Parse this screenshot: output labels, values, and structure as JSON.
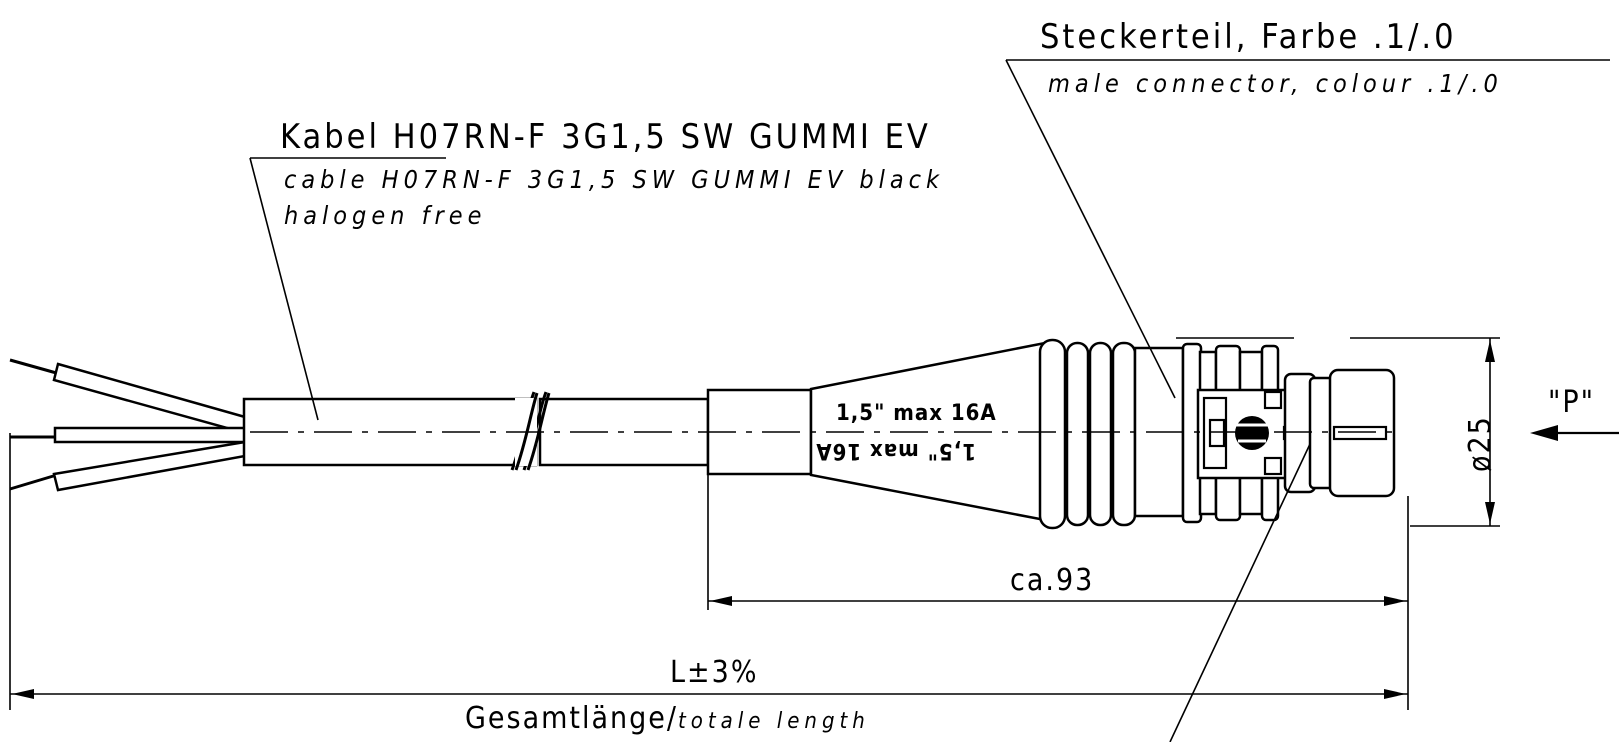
{
  "labels": {
    "connector_title": "Steckerteil, Farbe .1/.0",
    "connector_subtitle": "male connector, colour .1/.0",
    "cable_title": "Kabel H07RN-F 3G1,5 SW GUMMI EV",
    "cable_subtitle_line1": "cable H07RN-F 3G1,5 SW GUMMI EV black",
    "cable_subtitle_line2": "halogen free",
    "connector_marking_top": "1,5\" max 16A",
    "connector_marking_bottom": "1,5\" max 16A",
    "view_label": "\"P\""
  },
  "dimensions": {
    "connector_length": "ca.93",
    "diameter": "ø25",
    "total_length": "L±3%",
    "total_length_caption_main": "Gesamtlänge/",
    "total_length_caption_italic": "totale length"
  }
}
